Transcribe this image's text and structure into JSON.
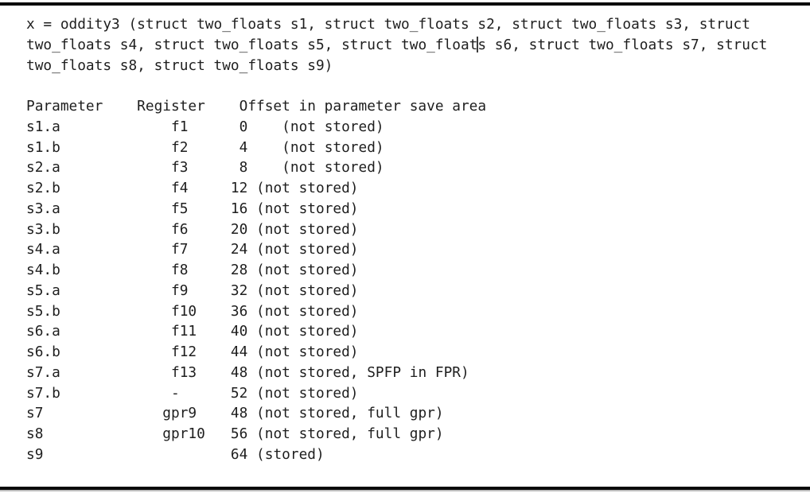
{
  "page": {
    "background": "#ffffff",
    "text_color": "#1e1e1e",
    "rule_color": "#0a0a0a"
  },
  "code_block": {
    "signature": {
      "line1": "x = oddity3 (struct two_floats s1, struct two_floats s2, struct two_floats s3, struct",
      "line2_before_caret": "two_floats s4, struct two_floats s5, struct two_float",
      "line2_after_caret": "s s6, struct two_floats s7, struct",
      "line3": "two_floats s8, struct two_floats s9)"
    },
    "table": {
      "header": {
        "parameter": "Parameter",
        "register": "Register",
        "offset": "Offset in parameter save area"
      },
      "rows": [
        {
          "parameter": "s1.a",
          "register": "f1",
          "offset": "0",
          "note": "(not stored)"
        },
        {
          "parameter": "s1.b",
          "register": "f2",
          "offset": "4",
          "note": "(not stored)"
        },
        {
          "parameter": "s2.a",
          "register": "f3",
          "offset": "8",
          "note": "(not stored)"
        },
        {
          "parameter": "s2.b",
          "register": "f4",
          "offset": "12",
          "note": "(not stored)"
        },
        {
          "parameter": "s3.a",
          "register": "f5",
          "offset": "16",
          "note": "(not stored)"
        },
        {
          "parameter": "s3.b",
          "register": "f6",
          "offset": "20",
          "note": "(not stored)"
        },
        {
          "parameter": "s4.a",
          "register": "f7",
          "offset": "24",
          "note": "(not stored)"
        },
        {
          "parameter": "s4.b",
          "register": "f8",
          "offset": "28",
          "note": "(not stored)"
        },
        {
          "parameter": "s5.a",
          "register": "f9",
          "offset": "32",
          "note": "(not stored)"
        },
        {
          "parameter": "s5.b",
          "register": "f10",
          "offset": "36",
          "note": "(not stored)"
        },
        {
          "parameter": "s6.a",
          "register": "f11",
          "offset": "40",
          "note": "(not stored)"
        },
        {
          "parameter": "s6.b",
          "register": "f12",
          "offset": "44",
          "note": "(not stored)"
        },
        {
          "parameter": "s7.a",
          "register": "f13",
          "offset": "48",
          "note": "(not stored, SPFP in FPR)"
        },
        {
          "parameter": "s7.b",
          "register": "-",
          "offset": "52",
          "note": "(not stored)"
        },
        {
          "parameter": "s7",
          "register": "gpr9",
          "offset": "48",
          "note": "(not stored, full gpr)"
        },
        {
          "parameter": "s8",
          "register": "gpr10",
          "offset": "56",
          "note": "(not stored, full gpr)"
        },
        {
          "parameter": "s9",
          "register": "",
          "offset": "64",
          "note": "(stored)"
        }
      ]
    }
  }
}
